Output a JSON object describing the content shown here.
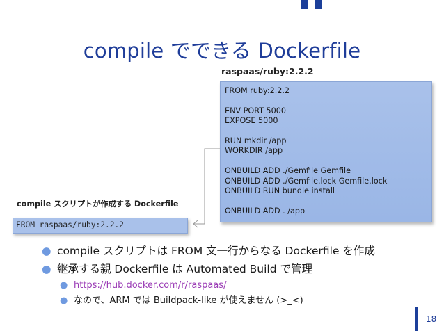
{
  "slide": {
    "title": "compile でできる Dockerfile",
    "base_image_label": "raspaas/ruby:2.2.2",
    "base_dockerfile_lines": [
      "FROM ruby:2.2.2",
      "",
      "ENV PORT 5000",
      "EXPOSE 5000",
      "",
      "RUN mkdir /app",
      "WORKDIR /app",
      "",
      "ONBUILD ADD ./Gemfile Gemfile",
      "ONBUILD ADD ./Gemfile.lock Gemfile.lock",
      "ONBUILD RUN bundle install",
      "",
      "ONBUILD ADD . /app"
    ],
    "generated_label": "compile スクリプトが作成する Dockerfile",
    "generated_line": "FROM raspaas/ruby:2.2.2",
    "bullets": [
      {
        "text": "compile スクリプトは FROM 文一行からなる Dockerfile を作成"
      },
      {
        "text": "継承する親 Dockerfile は Automated Build で管理"
      }
    ],
    "sub_bullets": [
      {
        "text": "https://hub.docker.com/r/raspaas/",
        "link": true
      },
      {
        "text": "なので、ARM では Buildpack-like が使えません (>_<)",
        "link": false
      }
    ],
    "page_number": "18",
    "colors": {
      "title": "#1f3d99",
      "box": "#a9c1ea",
      "bullet": "#6f9ae0",
      "link": "#9a3bb5",
      "accent": "#1c3f9a"
    }
  }
}
